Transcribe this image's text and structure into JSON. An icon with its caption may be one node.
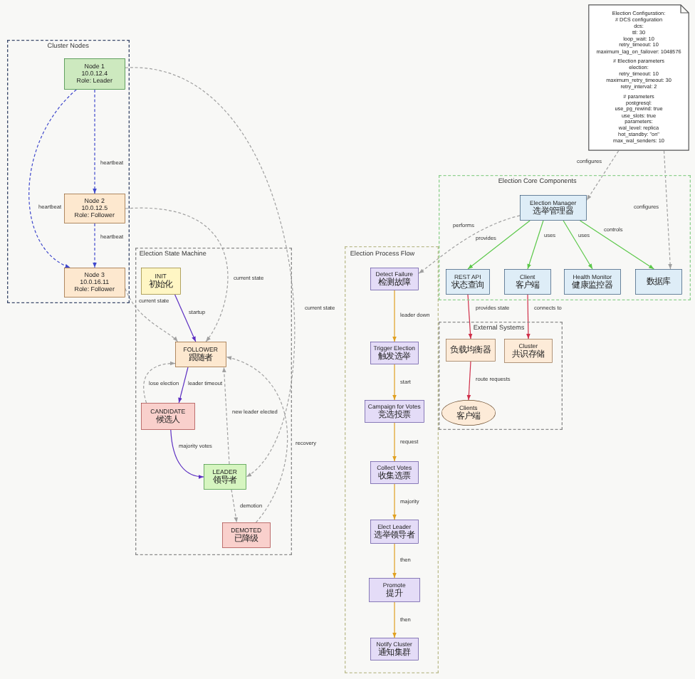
{
  "diagram": {
    "nodes": [
      {
        "text": [
          "Cluster Nodes"
        ]
      },
      {
        "text": [
          "Node 1",
          "10.0.12.4",
          "Role: Leader"
        ],
        "in": 0
      },
      {
        "text": [
          "Node 2",
          "10.0.12.5",
          "Role: Follower"
        ],
        "in": 0
      },
      {
        "text": [
          "Node 3",
          "10.0.16.11",
          "Role: Follower"
        ],
        "in": 0
      },
      {
        "text": [
          "Election State Machine"
        ]
      },
      {
        "text": [
          "INIT",
          "初始化"
        ],
        "in": 4
      },
      {
        "text": [
          "FOLLOWER",
          "跟随者"
        ],
        "in": 4
      },
      {
        "text": [
          "CANDIDATE",
          "候选人"
        ],
        "in": 4
      },
      {
        "text": [
          "LEADER",
          "领导者"
        ],
        "in": 4
      },
      {
        "text": [
          "DEMOTED",
          "已降级"
        ],
        "in": 4
      },
      {
        "text": [
          "Election Process Flow"
        ]
      },
      {
        "text": [
          "Detect Failure",
          "检测故障"
        ],
        "in": 10
      },
      {
        "text": [
          "Trigger Election",
          "触发选举"
        ],
        "in": 10
      },
      {
        "text": [
          "Campaign for Votes",
          "竞选投票"
        ],
        "in": 10
      },
      {
        "text": [
          "Collect Votes",
          "收集选票"
        ],
        "in": 10
      },
      {
        "text": [
          "Elect Leader",
          "选举领导者"
        ],
        "in": 10
      },
      {
        "text": [
          "Promote",
          "提升"
        ],
        "in": 10
      },
      {
        "text": [
          "Notify Cluster",
          "通知集群"
        ],
        "in": 10
      },
      {
        "text": [
          "Election Core Components"
        ]
      },
      {
        "text": [
          "Election Manager",
          "选举管理器"
        ],
        "in": 18
      },
      {
        "text": [
          "REST API",
          "状态查询"
        ],
        "in": 18
      },
      {
        "text": [
          "Client",
          "客户端"
        ],
        "in": 18
      },
      {
        "text": [
          "Health Monitor",
          "健康监控器"
        ],
        "in": 18
      },
      {
        "text": [
          "数据库"
        ],
        "in": 18
      },
      {
        "text": [
          "External Systems"
        ]
      },
      {
        "text": [
          "负载均衡器"
        ],
        "in": 24
      },
      {
        "text": [
          "Cluster",
          "共识存储"
        ],
        "in": 24
      },
      {
        "text": [
          "Clients",
          "客户端"
        ],
        "in": 24
      },
      {
        "text": [
          "Election Configuration:",
          "# DCS configuration",
          "dcs:",
          "ttl: 30",
          "loop_wait: 10",
          "retry_timeout: 10",
          "maximum_lag_on_failover: 1048576",
          "# Election parameters",
          "election:",
          "retry_timeout: 10",
          "maximum_retry_timeout: 30",
          "retry_interval: 2",
          "# parameters",
          "postgresql:",
          "use_pg_rewind: true",
          "use_slots: true",
          "parameters:",
          "wal_level: replica",
          "hot_standby: \"on\"",
          "max_wal_senders: 10"
        ]
      }
    ],
    "edges": [
      {
        "from": 1,
        "to": 2,
        "arrow": "to",
        "label": "heartbeat",
        "style": "dashed",
        "color": "#3f48cc"
      },
      {
        "from": 2,
        "to": 3,
        "arrow": "to",
        "label": "heartbeat",
        "style": "dashed",
        "color": "#3f48cc"
      },
      {
        "from": 1,
        "to": 3,
        "arrow": "to",
        "label": "heartbeat",
        "style": "dashed",
        "color": "#3f48cc"
      },
      {
        "from": 1,
        "to": 8,
        "arrow": "to",
        "label": "current state",
        "style": "dashed"
      },
      {
        "from": 2,
        "to": 6,
        "arrow": "to",
        "label": "current state",
        "style": "dashed"
      },
      {
        "from": 3,
        "to": 6,
        "arrow": "to",
        "label": "current state",
        "style": "dashed"
      },
      {
        "from": 5,
        "to": 6,
        "arrow": "to",
        "label": "startup",
        "color": "#5c2fc2"
      },
      {
        "from": 6,
        "to": 7,
        "arrow": "to",
        "label": "leader timeout",
        "color": "#5c2fc2"
      },
      {
        "from": 7,
        "to": 6,
        "arrow": "to",
        "label": "lose election",
        "style": "dashed"
      },
      {
        "from": 7,
        "to": 8,
        "arrow": "to",
        "label": "majority votes",
        "color": "#5c2fc2"
      },
      {
        "from": 8,
        "to": 6,
        "arrow": "to",
        "label": "new leader elected",
        "style": "dashed"
      },
      {
        "from": 8,
        "to": 9,
        "arrow": "to",
        "label": "demotion",
        "style": "dashed"
      },
      {
        "from": 9,
        "to": 6,
        "arrow": "to",
        "label": "recovery",
        "style": "dashed"
      },
      {
        "from": 11,
        "to": 12,
        "arrow": "to",
        "label": "leader down",
        "color": "#e0a020"
      },
      {
        "from": 12,
        "to": 13,
        "arrow": "to",
        "label": "start",
        "color": "#e0a020"
      },
      {
        "from": 13,
        "to": 14,
        "arrow": "to",
        "label": "request",
        "color": "#e0a020"
      },
      {
        "from": 14,
        "to": 15,
        "arrow": "to",
        "label": "majority",
        "color": "#e0a020"
      },
      {
        "from": 15,
        "to": 16,
        "arrow": "to",
        "label": "then",
        "color": "#e0a020"
      },
      {
        "from": 16,
        "to": 17,
        "arrow": "to",
        "label": "then",
        "color": "#e0a020"
      },
      {
        "from": 19,
        "to": 11,
        "arrow": "to",
        "label": "performs",
        "style": "dashed"
      },
      {
        "from": 19,
        "to": 20,
        "arrow": "to",
        "label": "provides",
        "color": "#5cc84a"
      },
      {
        "from": 19,
        "to": 21,
        "arrow": "to",
        "label": "uses",
        "color": "#5cc84a"
      },
      {
        "from": 19,
        "to": 22,
        "arrow": "to",
        "label": "uses",
        "color": "#5cc84a"
      },
      {
        "from": 19,
        "to": 23,
        "arrow": "to",
        "label": "controls",
        "color": "#5cc84a"
      },
      {
        "from": 20,
        "to": 25,
        "arrow": "to",
        "label": "provides state",
        "color": "#d0304a"
      },
      {
        "from": 21,
        "to": 26,
        "arrow": "to",
        "label": "connects to",
        "color": "#d0304a"
      },
      {
        "from": 25,
        "to": 27,
        "arrow": "to",
        "label": "route requests",
        "color": "#d0304a"
      },
      {
        "from": 28,
        "to": 19,
        "arrow": "to",
        "label": "configures",
        "style": "dashed"
      },
      {
        "from": 28,
        "to": 23,
        "arrow": "to",
        "label": "configures",
        "style": "dashed"
      }
    ]
  }
}
